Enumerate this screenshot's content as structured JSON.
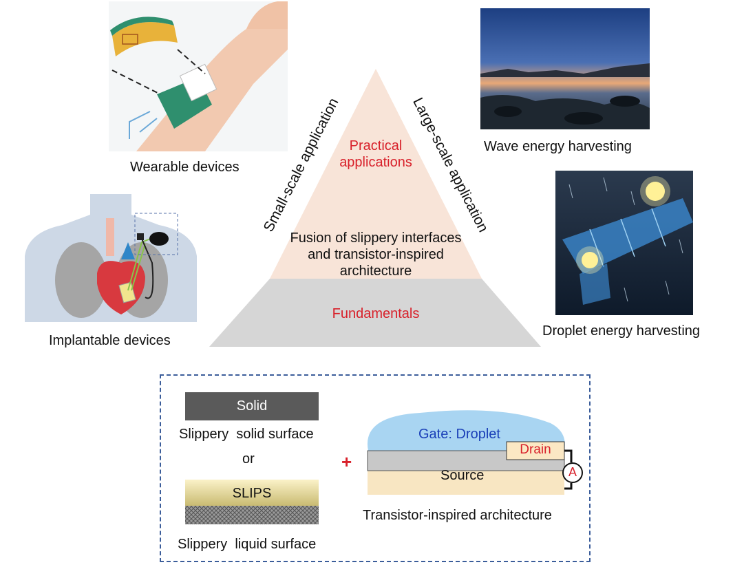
{
  "top_left": {
    "caption": "Wearable devices"
  },
  "mid_left": {
    "caption": "Implantable devices"
  },
  "top_right": {
    "caption": "Wave energy harvesting"
  },
  "mid_right": {
    "caption": "Droplet energy harvesting"
  },
  "pyramid": {
    "left_side_label": "Small-scale application",
    "right_side_label": "Large-scale application",
    "top_label_line1": "Practical",
    "top_label_line2": "applications",
    "middle_label_line1": "Fusion of slippery interfaces",
    "middle_label_line2": "and transistor-inspired",
    "middle_label_line3": "architecture",
    "base_label": "Fundamentals"
  },
  "bottom_box": {
    "solid_block": "Solid",
    "solid_caption": "Slippery  solid surface",
    "or_text": "or",
    "slips_block": "SLIPS",
    "slips_caption": "Slippery  liquid surface",
    "plus": "+",
    "gate": "Gate: Droplet",
    "drain": "Drain",
    "source": "Source",
    "ammeter": "A",
    "transistor_caption": "Transistor-inspired architecture"
  },
  "colors": {
    "red_text": "#d8202a",
    "gate_blue": "#1a3fb8",
    "pyramid_top": "#f8e4d8",
    "pyramid_base": "#d6d6d6",
    "dashed_border": "#3b5d9a",
    "droplet": "#a9d5f2",
    "source_layer": "#c8c8c8",
    "base_layer": "#f8e6c2",
    "solid_block": "#5a5a5a"
  }
}
